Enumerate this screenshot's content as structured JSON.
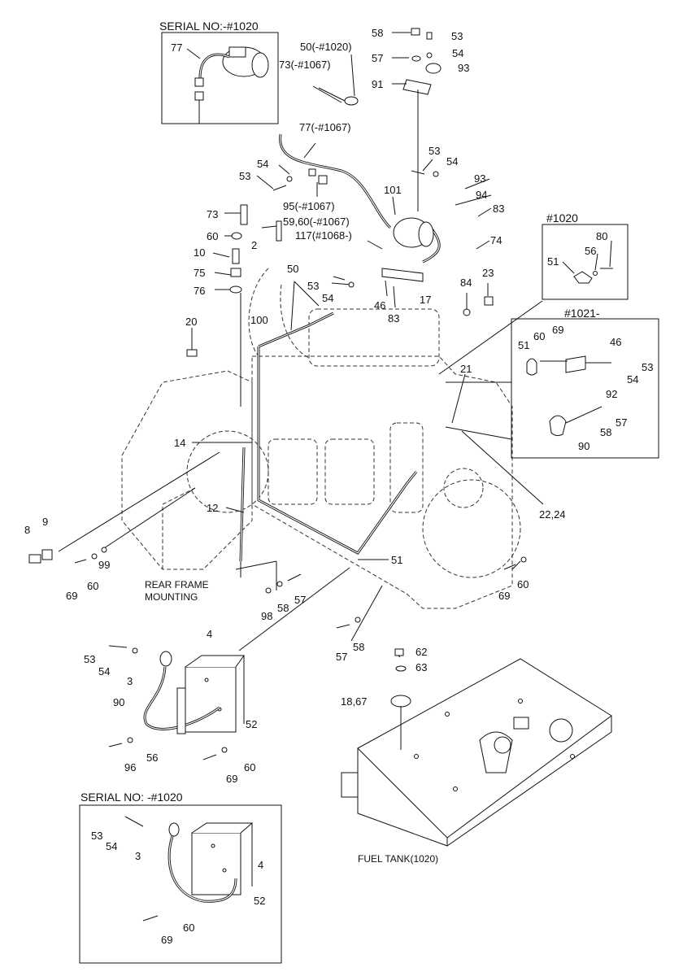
{
  "titles": {
    "serial_top": "SERIAL NO:-#1020",
    "serial_bottom": "SERIAL NO: -#1020",
    "box_1020": "#1020",
    "box_1021": "#1021-",
    "rear_frame_1": "REAR FRAME",
    "rear_frame_2": "MOUNTING",
    "fuel_tank": "FUEL TANK(1020)"
  },
  "callouts": {
    "c58a": "58",
    "c53a": "53",
    "c57a": "57",
    "c54a": "54",
    "c93a": "93",
    "c91": "91",
    "c50a": "50(-#1020)",
    "c73a": "73(-#1067)",
    "c77top": "77",
    "c77b": "77(-#1067)",
    "c53b": "53",
    "c54b": "54",
    "c93b": "93",
    "c94": "94",
    "c83a": "83",
    "c74": "74",
    "c54c": "54",
    "c53c": "53",
    "c95": "95(-#1067)",
    "c101": "101",
    "c73b": "73",
    "c5960": "59,60(-#1067)",
    "c60a": "60",
    "c2": "2",
    "c117": "117(#1068-)",
    "c10": "10",
    "c75": "75",
    "c76": "76",
    "c50b": "50",
    "c53d": "53",
    "c54d": "54",
    "c46a": "46",
    "c83b": "83",
    "c17": "17",
    "c84": "84",
    "c23": "23",
    "c80": "80",
    "c56a": "56",
    "c51a": "51",
    "c20": "20",
    "c100": "100",
    "c51b": "51",
    "c60b": "60",
    "c69a": "69",
    "c46b": "46",
    "c53e": "53",
    "c54e": "54",
    "c92": "92",
    "c21": "21",
    "c57b": "57",
    "c58b": "58",
    "c90a": "90",
    "c2224": "22,24",
    "c14": "14",
    "c12": "12",
    "c8": "8",
    "c9": "9",
    "c99": "99",
    "c60c": "60",
    "c69b": "69",
    "c98": "98",
    "c58c": "58",
    "c57c": "57",
    "c51c": "51",
    "c69c": "69",
    "c60d": "60",
    "c57d": "57",
    "c58d": "58",
    "c62": "62",
    "c63": "63",
    "c1867": "18,67",
    "c4a": "4",
    "c53f": "53",
    "c54f": "54",
    "c3a": "3",
    "c90b": "90",
    "c52a": "52",
    "c96": "96",
    "c56b": "56",
    "c69d": "69",
    "c60e": "60",
    "c53g": "53",
    "c54g": "54",
    "c3b": "3",
    "c4b": "4",
    "c52b": "52",
    "c60f": "60",
    "c69e": "69"
  }
}
